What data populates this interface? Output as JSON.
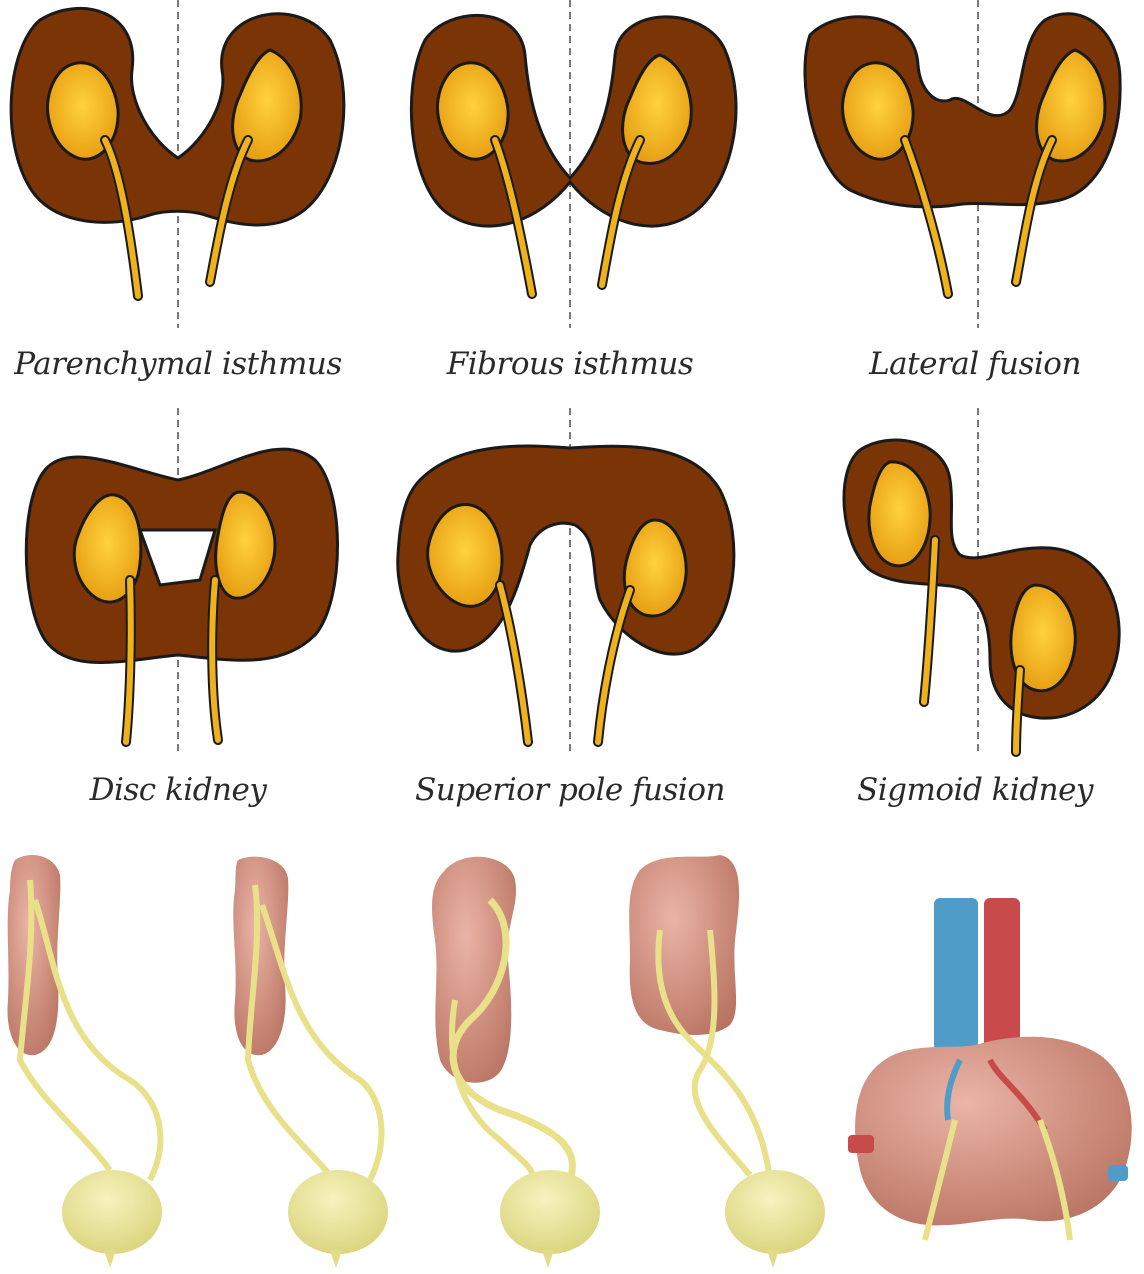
{
  "labels": {
    "parenchymal": "Parenchymal isthmus",
    "fibrous": "Fibrous isthmus",
    "lateral": "Lateral fusion",
    "disc": "Disc kidney",
    "superior": "Superior pole fusion",
    "sigmoid": "Sigmoid kidney"
  },
  "colors": {
    "cortex": "#7a3406",
    "pelvis": "#f0b21a",
    "outline": "#1a1a1a",
    "midline": "#777777",
    "tissue": "#d9978a",
    "ureter": "#e8e189",
    "artery": "#c94a4a",
    "vein": "#4f9cc8"
  }
}
